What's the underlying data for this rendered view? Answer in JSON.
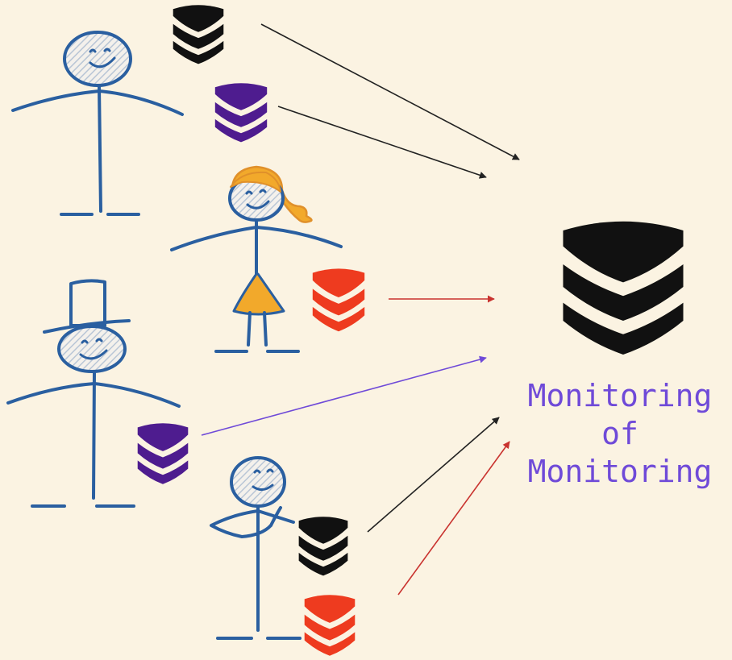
{
  "caption": {
    "line1": "Monitoring",
    "line2": "of",
    "line3": "Monitoring"
  },
  "colors": {
    "background": "#fbf3e2",
    "figure_stroke": "#2a5fa0",
    "face_fill": "#c8d3e0",
    "hair": "#f2a92b",
    "dress": "#f2a92b",
    "caption": "#6f4ad8",
    "db_black": "#111111",
    "db_purple": "#4e1c8f",
    "db_red": "#ee3b1f",
    "arrow_black": "#222222",
    "arrow_red": "#c9332f",
    "arrow_purple": "#6f4ad8"
  },
  "figures": [
    {
      "name": "stick-figure-plain",
      "accessory": "none"
    },
    {
      "name": "stick-figure-girl",
      "accessory": "ponytail-and-dress"
    },
    {
      "name": "stick-figure-top-hat",
      "accessory": "top-hat"
    },
    {
      "name": "stick-figure-thinking",
      "accessory": "hand-on-chin"
    }
  ],
  "databases": [
    {
      "name": "db-icon-black-1",
      "color": "black"
    },
    {
      "name": "db-icon-purple-1",
      "color": "purple"
    },
    {
      "name": "db-icon-red-1",
      "color": "red"
    },
    {
      "name": "db-icon-purple-2",
      "color": "purple"
    },
    {
      "name": "db-icon-black-2",
      "color": "black"
    },
    {
      "name": "db-icon-red-2",
      "color": "red"
    },
    {
      "name": "db-icon-central",
      "color": "black"
    }
  ],
  "arrows": [
    {
      "from": "db-icon-black-1",
      "color": "black"
    },
    {
      "from": "db-icon-purple-1",
      "color": "black"
    },
    {
      "from": "db-icon-red-1",
      "color": "red"
    },
    {
      "from": "db-icon-purple-2",
      "color": "purple"
    },
    {
      "from": "db-icon-black-2",
      "color": "black"
    },
    {
      "from": "db-icon-red-2",
      "color": "red"
    }
  ]
}
